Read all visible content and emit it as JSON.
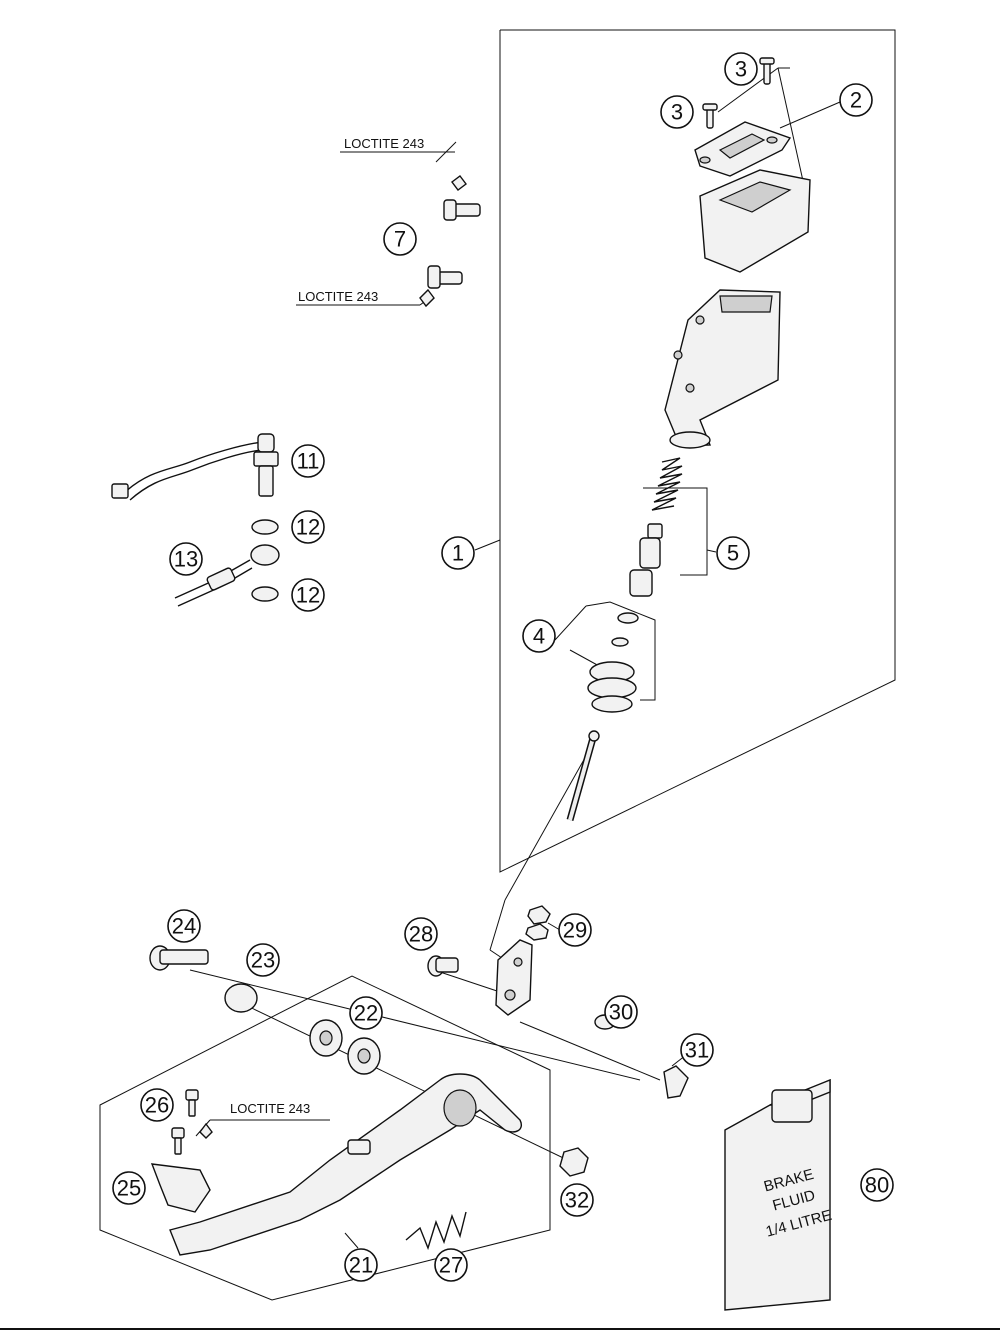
{
  "callouts": {
    "c1": "1",
    "c2": "2",
    "c3a": "3",
    "c3b": "3",
    "c4": "4",
    "c5": "5",
    "c7": "7",
    "c11": "11",
    "c12a": "12",
    "c12b": "12",
    "c13": "13",
    "c21": "21",
    "c22": "22",
    "c23": "23",
    "c24": "24",
    "c25": "25",
    "c26": "26",
    "c27": "27",
    "c28": "28",
    "c29": "29",
    "c30": "30",
    "c31": "31",
    "c32": "32",
    "c80": "80"
  },
  "loctite": {
    "upper": "LOCTITE 243",
    "middle": "LOCTITE 243",
    "lower": "LOCTITE 243"
  },
  "brake_fluid_jug": {
    "line1": "BRAKE",
    "line2": "FLUID",
    "line3": "1/4 LITRE"
  }
}
